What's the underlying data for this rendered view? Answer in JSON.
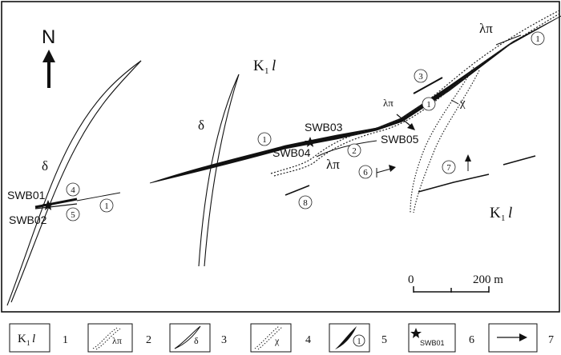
{
  "north_label": "N",
  "formation": {
    "main": "K",
    "sub": "1",
    "letter": "l"
  },
  "rock_labels": {
    "lp_greek": "λπ",
    "delta": "δ",
    "chi": "χ"
  },
  "samples": [
    "SWB01",
    "SWB02",
    "SWB03",
    "SWB04",
    "SWB05"
  ],
  "vein_numbers": [
    "1",
    "2",
    "3",
    "4",
    "5",
    "6",
    "7",
    "8"
  ],
  "scale": {
    "zero": "0",
    "end": "200 m"
  },
  "legend": {
    "items": [
      {
        "number": "1",
        "symbol_text": "K",
        "symbol_sub": "1",
        "symbol_letter": "l"
      },
      {
        "number": "2",
        "symbol_text": "λπ"
      },
      {
        "number": "3",
        "symbol_text": "δ"
      },
      {
        "number": "4",
        "symbol_text": "χ"
      },
      {
        "number": "5",
        "symbol_text": "1"
      },
      {
        "number": "6",
        "symbol_text": "SWB01"
      },
      {
        "number": "7",
        "symbol_text": ""
      }
    ]
  }
}
